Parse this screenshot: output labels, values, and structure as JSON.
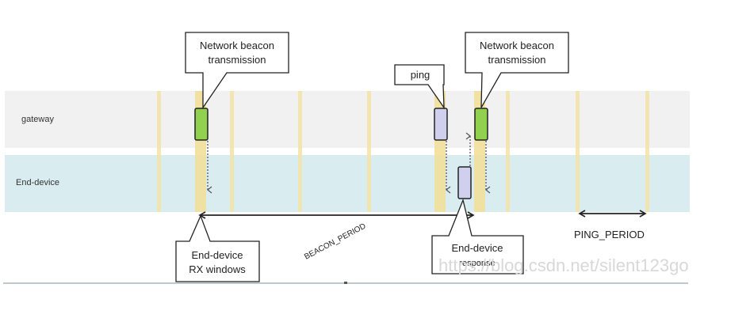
{
  "diagram": {
    "lanes": [
      {
        "id": "gateway",
        "label": "gateway",
        "color": "#f1f1f1"
      },
      {
        "id": "end-device",
        "label": "End-device",
        "color": "#d9ecf0"
      }
    ],
    "slot_color": "#f3e3a6",
    "callouts": {
      "beacon_1": {
        "line1": "Network beacon",
        "line2": "transmission"
      },
      "beacon_2": {
        "line1": "Network beacon",
        "line2": "transmission"
      },
      "ping": {
        "line1": "ping"
      },
      "rx_windows": {
        "line1": "End-device",
        "line2": "RX windows"
      },
      "response": {
        "line1": "End-device",
        "line2": "response"
      }
    },
    "frames": {
      "beacon_color": "#92d050",
      "ping_color": "#d0d0ee",
      "response_color": "#d0d0ee"
    },
    "periods": {
      "beacon_period": "BEACON_PERIOD",
      "ping_period": "PING_PERIOD"
    },
    "watermark": "https://blog.csdn.net/silent123go"
  }
}
